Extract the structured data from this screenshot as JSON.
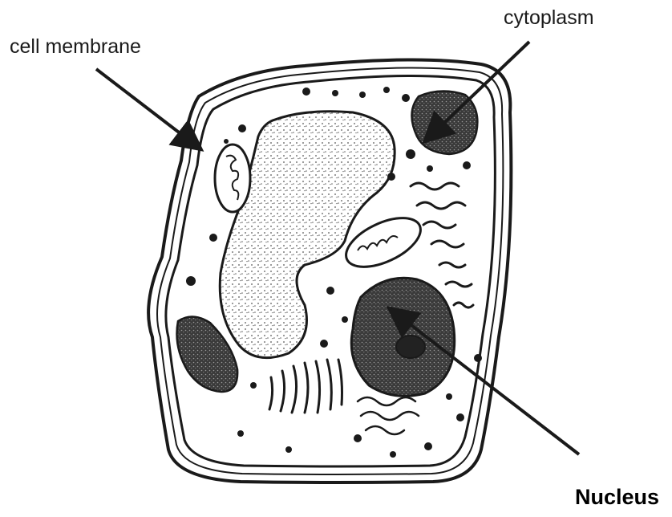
{
  "labels": {
    "cell_membrane": "cell membrane",
    "cytoplasm": "cytoplasm",
    "nucleus": "Nucleus"
  },
  "colors": {
    "ink": "#1a1a1a",
    "background": "#ffffff",
    "stipple": "#555555"
  }
}
